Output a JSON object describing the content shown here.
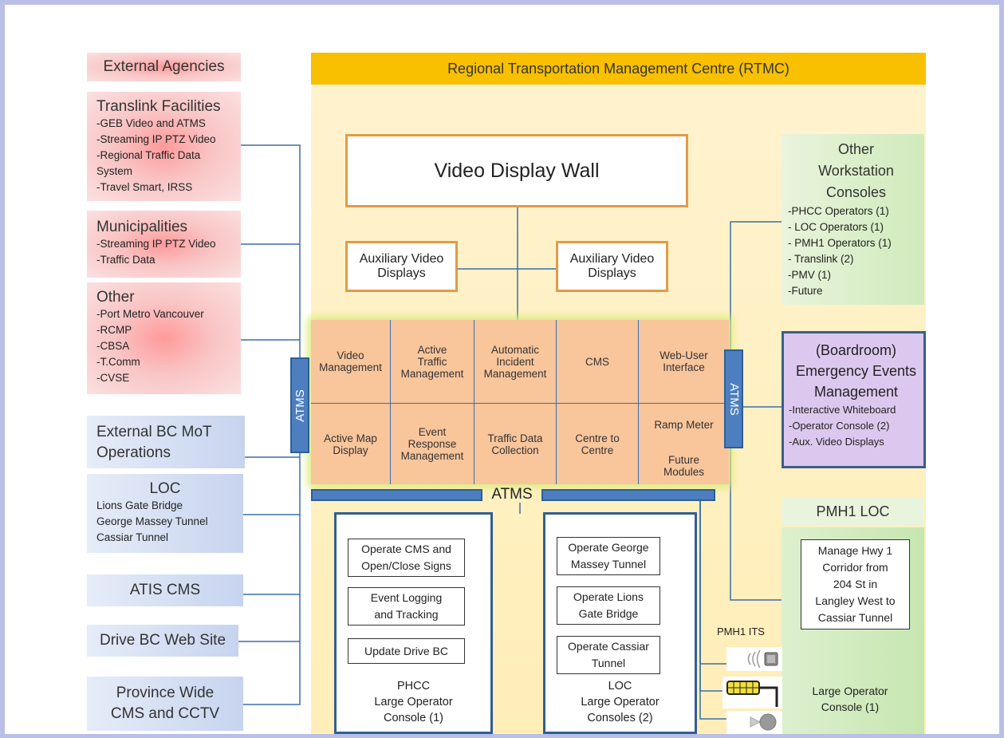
{
  "left": {
    "external_agencies": "External Agencies",
    "translink": {
      "title": "Translink Facilities",
      "items": "-GEB Video and ATMS\n-Streaming IP PTZ Video\n-Regional Traffic Data\nSystem\n-Travel Smart, IRSS"
    },
    "municipalities": {
      "title": "Municipalities",
      "items": "-Streaming IP PTZ Video\n-Traffic Data"
    },
    "other": {
      "title": "Other",
      "items": "-Port Metro Vancouver\n-RCMP\n-CBSA\n-T.Comm\n-CVSE"
    },
    "external_bc_mot": "External BC MoT\nOperations",
    "loc": {
      "title": "LOC",
      "items": "Lions Gate Bridge\nGeorge Massey Tunnel\nCassiar Tunnel"
    },
    "atis_cms": "ATIS CMS",
    "drive_bc": "Drive BC Web Site",
    "province_wide": "Province Wide\nCMS and CCTV"
  },
  "rtmc": {
    "title": "Regional Transportation Management Centre (RTMC)",
    "video_wall": "Video Display Wall",
    "aux_left": "Auxiliary Video\nDisplays",
    "aux_right": "Auxiliary Video\nDisplays",
    "modules_row1": [
      "Video\nManagement",
      "Active\nTraffic\nManagement",
      "Automatic\nIncident\nManagement",
      "CMS",
      "Web-User\nInterface"
    ],
    "modules_row2": [
      "Active Map\nDisplay",
      "Event\nResponse\nManagement",
      "Traffic Data\nCollection",
      "Centre to\nCentre",
      "Ramp Meter"
    ],
    "future_modules": "Future\nModules",
    "atms_left": "ATMS",
    "atms_right": "ATMS",
    "atms_bottom": "ATMS",
    "phcc": {
      "tasks": [
        "Operate CMS and\nOpen/Close Signs",
        "Event Logging\nand Tracking",
        "Update Drive BC"
      ],
      "footer": "PHCC\nLarge Operator\nConsole (1)"
    },
    "loc_console": {
      "tasks": [
        "Operate George\nMassey Tunnel",
        "Operate Lions\nGate Bridge",
        "Operate Cassiar\nTunnel"
      ],
      "footer": "LOC\nLarge Operator\nConsoles (2)"
    }
  },
  "right": {
    "other_ws": {
      "title": "Other\nWorkstation\nConsoles",
      "items": "-PHCC Operators (1)\n- LOC Operators (1)\n- PMH1 Operators (1)\n- Translink (2)\n-PMV (1)\n-Future"
    },
    "boardroom": {
      "title": "(Boardroom)\nEmergency Events\nManagement",
      "items": "-Interactive Whiteboard\n-Operator Console (2)\n-Aux. Video Displays"
    },
    "pmh1_loc": {
      "title": "PMH1 LOC",
      "task": "Manage Hwy 1\nCorridor from\n204 St in\nLangley West to\nCassiar Tunnel",
      "its_label": "PMH1 ITS",
      "footer": "Large Operator\nConsole (1)"
    }
  },
  "colors": {
    "atms_blue": "#4d7fc0",
    "module_orange": "#f9c59b",
    "rtmc_header": "#f9c000",
    "rtmc_bg": "#fff0c2",
    "boardroom_purple": "#dcc8ee",
    "green": "#d5edc3"
  },
  "icons": [
    "signal-emitter-icon",
    "loop-detector-icon",
    "camera-icon"
  ]
}
